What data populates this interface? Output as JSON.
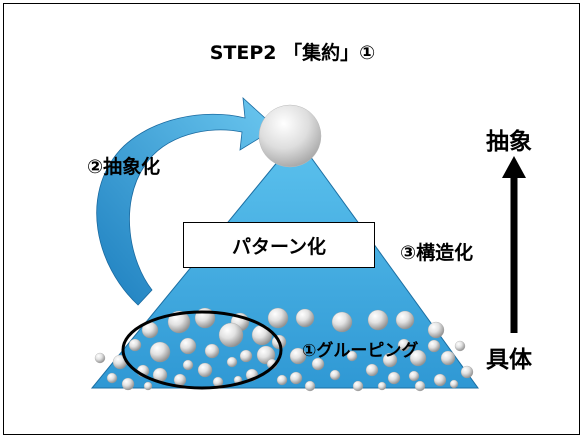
{
  "title": "STEP2 「集約」①",
  "steps": {
    "abstract": "②抽象化",
    "structure": "③構造化",
    "grouping": "①グルーピング"
  },
  "pattern_box": "パターン化",
  "axis": {
    "top": "抽象",
    "bottom": "具体"
  },
  "colors": {
    "triangle_fill": "#3fa7dd",
    "triangle_edge": "#1c6fa3",
    "arrow": "#000000",
    "sphere": "#d8d8d8"
  }
}
